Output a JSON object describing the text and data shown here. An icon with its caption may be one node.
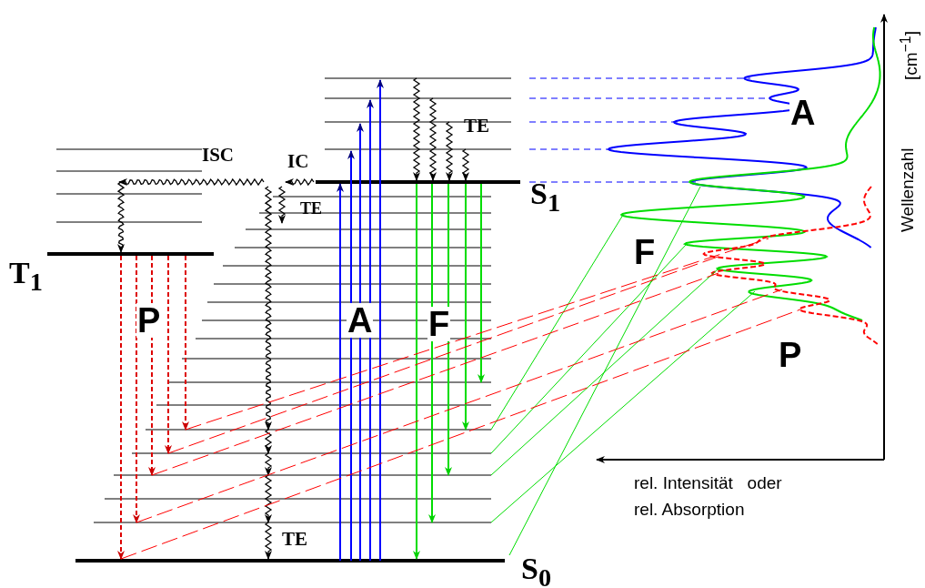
{
  "diagram": {
    "labels": [
      "ISC",
      "IC",
      "TE",
      "TE",
      "TE",
      "T$_{1}$",
      "S$_{1}$",
      "S$_{0}$",
      "P",
      "A",
      "F",
      "A",
      "F",
      "P",
      "Wellenzahl",
      "[cm$^{−1}$]",
      "rel. Intensität   oder rel. Absorption"
    ]
  }
}
